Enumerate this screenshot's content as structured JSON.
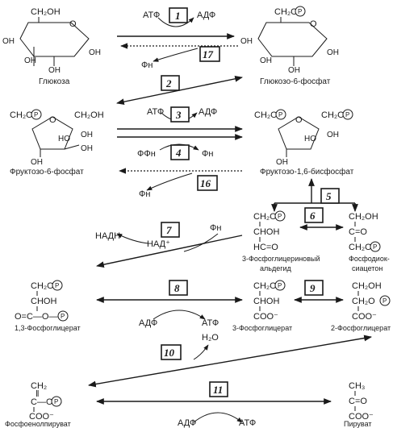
{
  "compounds": {
    "glucose": "Глюкоза",
    "g6p": "Глюкозо-6-фосфат",
    "f6p": "Фруктозо-6-фосфат",
    "f16bp": "Фруктозо-1,6-бисфосфат",
    "gap_1": "3-Фосфоглицериновый",
    "gap_2": "альдегид",
    "dhap_1": "Фосфодиок-",
    "dhap_2": "сиацетон",
    "bpg13": "1,3-Фосфоглицерат",
    "pg3": "3-Фосфоглицерат",
    "pg2": "2-Фосфоглицерат",
    "pep": "Фосфоенолпируват",
    "pyruvate": "Пируват"
  },
  "steps": [
    "1",
    "17",
    "2",
    "3",
    "4",
    "16",
    "5",
    "6",
    "7",
    "8",
    "9",
    "10",
    "11"
  ],
  "cofactors": {
    "atp": "АТФ",
    "adp": "АДФ",
    "pi": "Фн",
    "ppi": "ФФн",
    "nadh": "НАДН",
    "nad": "НАД⁺",
    "h2o": "H₂O"
  },
  "groups": {
    "ch2oh": "CH₂OH",
    "ch2o": "CH₂O",
    "oh": "OH",
    "ho": "HO",
    "o": "O",
    "p": "P",
    "choh": "CHOH",
    "hco": "HC=O",
    "co": "C=O",
    "coo": "COO⁻",
    "cop": "O=C—O—",
    "ch2": "CH₂",
    "cp": "C—O—",
    "dbl": "‖",
    "ch3": "CH₃",
    "co2": "C=O"
  }
}
